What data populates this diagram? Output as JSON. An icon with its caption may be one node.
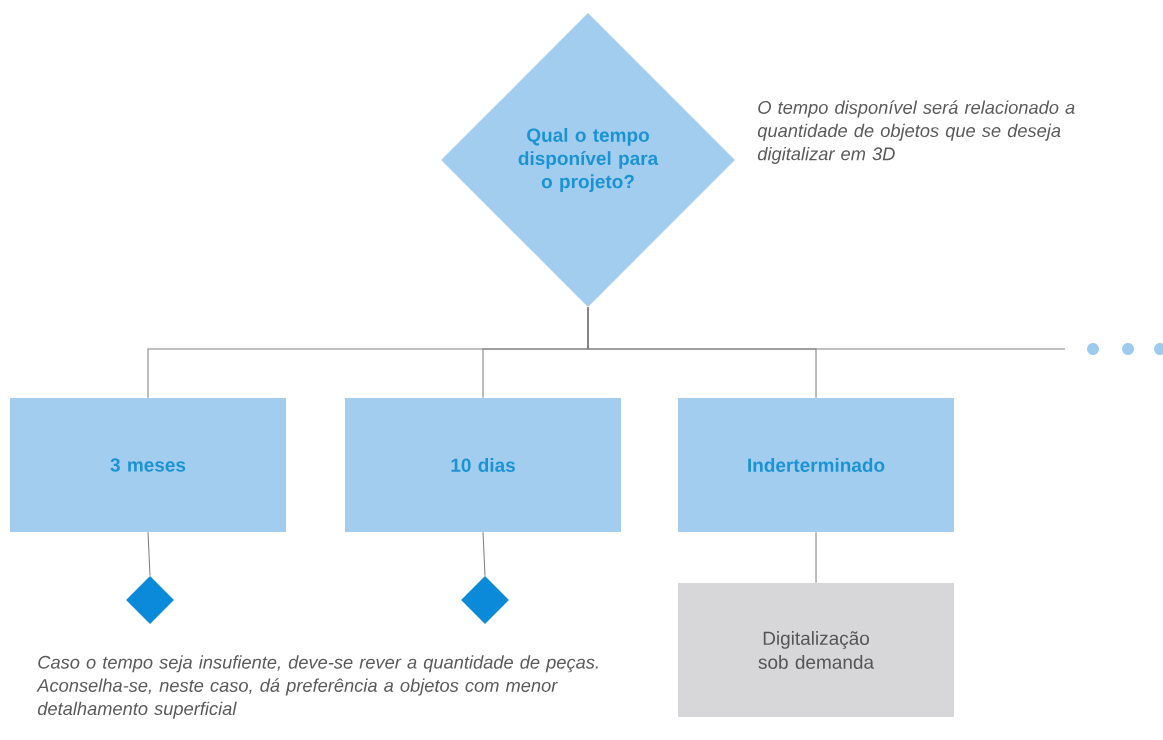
{
  "diagram": {
    "nodes": [
      {
        "text": [
          "Qual o tempo disponível para o projeto?"
        ],
        "beside": [
          "O tempo disponível será relacionado a quantidade de objetos que se deseja digitalizar em 3D"
        ]
      },
      {
        "text": [
          "3 meses"
        ]
      },
      {
        "text": [
          "10 dias"
        ]
      },
      {
        "text": [
          "Inderterminado"
        ]
      },
      {
        "text": [
          "Digitalização sob demanda"
        ]
      },
      {
        "text": [],
        "shape": "diamond"
      },
      {
        "text": [],
        "shape": "diamond"
      }
    ],
    "edges": [
      {
        "from": 0,
        "to": 1,
        "arrow": "none"
      },
      {
        "from": 0,
        "to": 2,
        "arrow": "none"
      },
      {
        "from": 0,
        "to": 3,
        "arrow": "none"
      },
      {
        "from": 0,
        "to": null,
        "arrow": "none"
      },
      {
        "from": 1,
        "to": 5,
        "arrow": "none"
      },
      {
        "from": 2,
        "to": 6,
        "arrow": "none"
      },
      {
        "from": 3,
        "to": 4,
        "arrow": "none"
      }
    ],
    "labels": [
      "Caso o tempo seja insufiente, deve-se rever a quantidade de peças. Aconselha-se, neste caso, dá preferência a objetos com menor detalhamento superficial"
    ]
  }
}
